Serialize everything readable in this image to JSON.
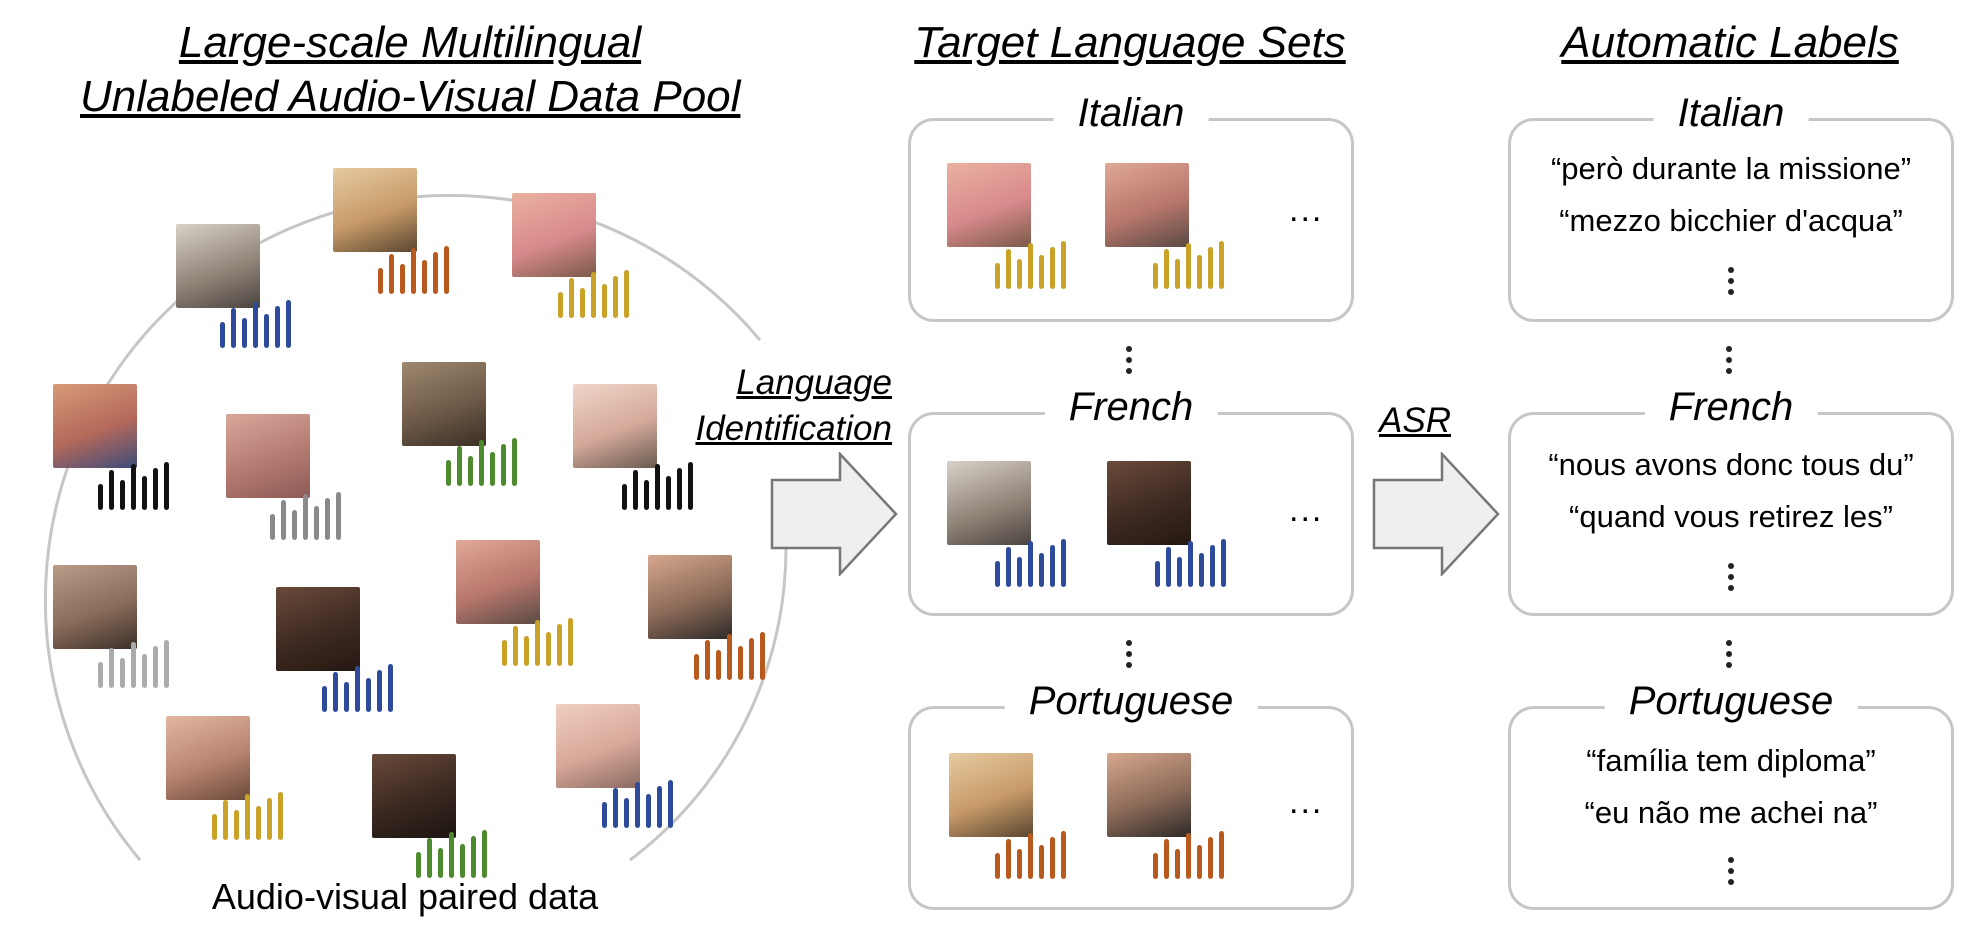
{
  "pool": {
    "title_line1": "Large-scale Multilingual",
    "title_line2": "Unlabeled Audio-Visual Data Pool",
    "caption": "Audio-visual paired data"
  },
  "targets": {
    "title": "Target Language Sets",
    "groups": [
      {
        "name": "Italian",
        "more": "..."
      },
      {
        "name": "French",
        "more": "..."
      },
      {
        "name": "Portuguese",
        "more": "..."
      }
    ]
  },
  "labels": {
    "title": "Automatic Labels",
    "groups": [
      {
        "name": "Italian",
        "lines": [
          "“però durante la missione”",
          "“mezzo bicchier d'acqua”"
        ]
      },
      {
        "name": "French",
        "lines": [
          "“nous avons donc tous du”",
          "“quand vous retirez les”"
        ]
      },
      {
        "name": "Portuguese",
        "lines": [
          "“família tem diploma”",
          "“eu não me achei na”"
        ]
      }
    ]
  },
  "steps": {
    "lid_line1": "Language",
    "lid_line2": "Identification",
    "asr": "ASR"
  },
  "colors": {
    "italian": "#c9a227",
    "french": "#2e4a9b",
    "portuguese": "#b85a1e",
    "green": "#4e8a2e",
    "black": "#111111",
    "gray": "#8a8a8a",
    "light_gray": "#ababab",
    "border": "#c6c6c6"
  }
}
